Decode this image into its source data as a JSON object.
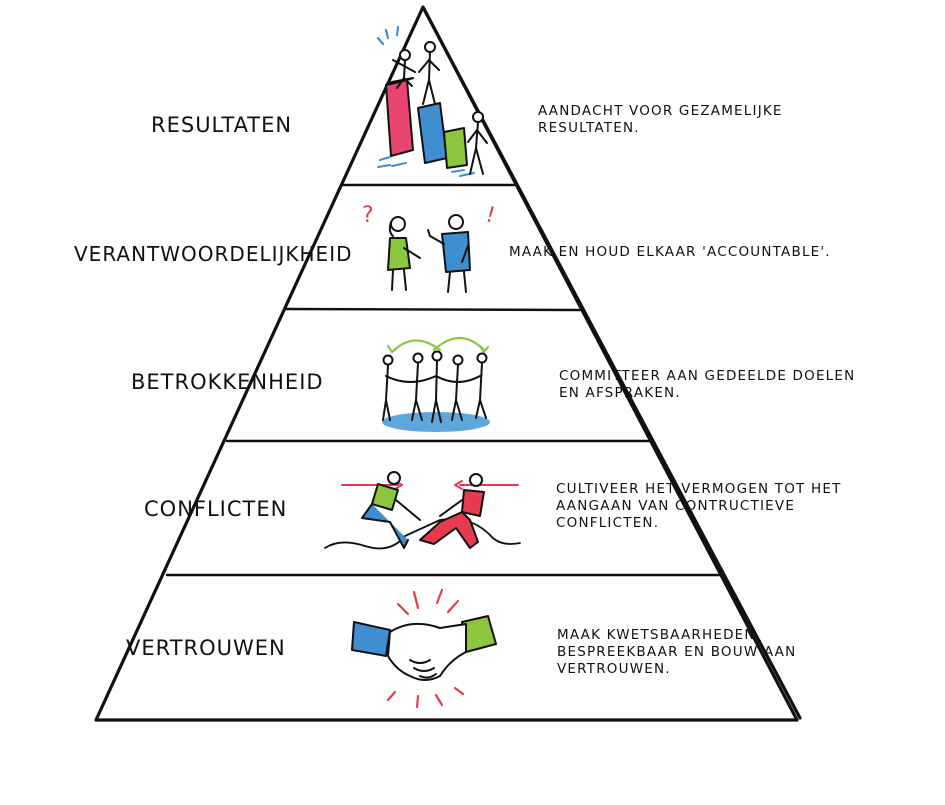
{
  "diagram": {
    "colors": {
      "outline": "#111111",
      "pink": "#e8466e",
      "blue": "#3f8fd0",
      "green": "#8cc63f",
      "red": "#e83a4f",
      "ground": "#5fa6dd"
    },
    "levels": [
      {
        "label": "RESULTATEN",
        "description": [
          "AANDACHT VOOR GEZAMELIJKE",
          "RESULTATEN."
        ],
        "icon": "people-on-podium-icon"
      },
      {
        "label": "VERANTWOORDELIJKHEID",
        "description": [
          "MAAK EN HOUD ELKAAR 'ACCOUNTABLE'."
        ],
        "icon": "two-people-discussing-icon"
      },
      {
        "label": "BETROKKENHEID",
        "description": [
          "COMMITTEER AAN GEDEELDE DOELEN",
          "EN AFSPRAKEN."
        ],
        "icon": "group-circle-icon"
      },
      {
        "label": "CONFLICTEN",
        "description": [
          "CULTIVEER HET VERMOGEN TOT HET",
          "AANGAAN VAN CONTRUCTIEVE",
          "CONFLICTEN."
        ],
        "icon": "tug-of-war-icon"
      },
      {
        "label": "VERTROUWEN",
        "description": [
          "MAAK KWETSBAARHEDEN",
          "BESPREEKBAAR EN BOUW AAN",
          "VERTROUWEN."
        ],
        "icon": "handshake-icon"
      }
    ]
  }
}
